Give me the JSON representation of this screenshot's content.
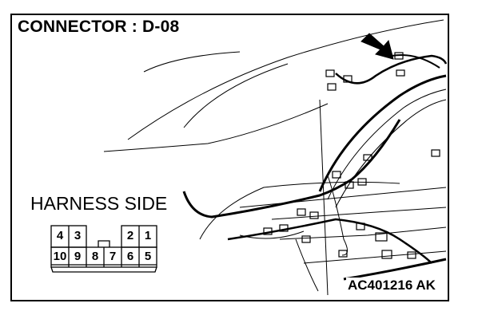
{
  "title": "CONNECTOR : D-08",
  "harness_label": "HARNESS SIDE",
  "figure_code": "AC401216 AK",
  "connector": {
    "top_row": [
      "4",
      "3",
      "2",
      "1"
    ],
    "bottom_row": [
      "10",
      "9",
      "8",
      "7",
      "6",
      "5"
    ]
  }
}
